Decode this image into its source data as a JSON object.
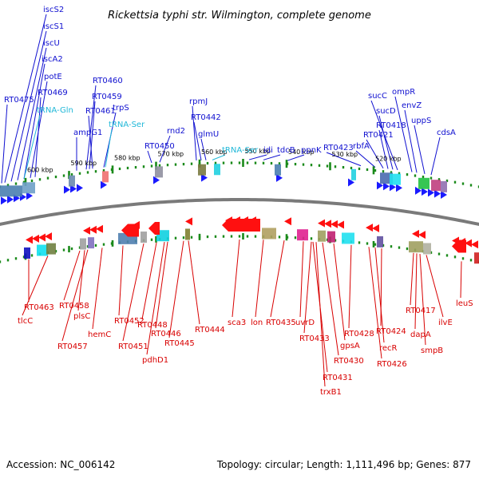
{
  "title": "Rickettsia typhi str. Wilmington, complete genome",
  "footer": {
    "accession": "Accession: NC_006142",
    "topology": "Topology: circular; Length: 1,111,496 bp; Genes: 877"
  },
  "colors": {
    "forward_label": "#1010d0",
    "reverse_label": "#d80000",
    "rna_label": "#20b8d8",
    "forward_arrow": "#1a1aff",
    "reverse_arrow": "#ff1010",
    "backbone": "#7a7a7a",
    "tick": "#1a8a1a"
  },
  "kbp_ticks": [
    {
      "kb": 600,
      "label": "600 kbp"
    },
    {
      "kb": 590,
      "label": "590 kbp"
    },
    {
      "kb": 580,
      "label": "580 kbp"
    },
    {
      "kb": 570,
      "label": "570 kbp"
    },
    {
      "kb": 560,
      "label": "560 kbp"
    },
    {
      "kb": 550,
      "label": "550 kbp"
    },
    {
      "kb": 540,
      "label": "540 kbp"
    },
    {
      "kb": 530,
      "label": "530 kbp"
    },
    {
      "kb": 520,
      "label": "520 kbp"
    }
  ],
  "forward_labels": [
    {
      "text": "iscS2",
      "kind": "gene"
    },
    {
      "text": "iscS1",
      "kind": "gene"
    },
    {
      "text": "iscU",
      "kind": "gene"
    },
    {
      "text": "iscA2",
      "kind": "gene"
    },
    {
      "text": "potE",
      "kind": "gene"
    },
    {
      "text": "RT0469",
      "kind": "gene"
    },
    {
      "text": "RT0475",
      "kind": "gene"
    },
    {
      "text": "tRNA-Gln",
      "kind": "rna"
    },
    {
      "text": "RT0460",
      "kind": "gene"
    },
    {
      "text": "RT0459",
      "kind": "gene"
    },
    {
      "text": "RT0461",
      "kind": "gene"
    },
    {
      "text": "trpS",
      "kind": "gene"
    },
    {
      "text": "ampG1",
      "kind": "gene"
    },
    {
      "text": "tRNA-Ser",
      "kind": "rna"
    },
    {
      "text": "rnd2",
      "kind": "gene"
    },
    {
      "text": "RT0450",
      "kind": "gene"
    },
    {
      "text": "rpmJ",
      "kind": "gene"
    },
    {
      "text": "RT0442",
      "kind": "gene"
    },
    {
      "text": "glmU",
      "kind": "gene"
    },
    {
      "text": "tRNA-Ser",
      "kind": "rna"
    },
    {
      "text": "idi",
      "kind": "gene"
    },
    {
      "text": "tdcB",
      "kind": "gene"
    },
    {
      "text": "ppnK",
      "kind": "gene"
    },
    {
      "text": "RT0423",
      "kind": "gene"
    },
    {
      "text": "rbfA",
      "kind": "gene"
    },
    {
      "text": "RT0421",
      "kind": "gene"
    },
    {
      "text": "RT0418",
      "kind": "gene"
    },
    {
      "text": "sucD",
      "kind": "gene"
    },
    {
      "text": "sucC",
      "kind": "gene"
    },
    {
      "text": "ompR",
      "kind": "gene"
    },
    {
      "text": "envZ",
      "kind": "gene"
    },
    {
      "text": "uppS",
      "kind": "gene"
    },
    {
      "text": "cdsA",
      "kind": "gene"
    }
  ],
  "reverse_labels": [
    {
      "text": "RT0463"
    },
    {
      "text": "tlcC"
    },
    {
      "text": "RT0458"
    },
    {
      "text": "plsC"
    },
    {
      "text": "RT0457"
    },
    {
      "text": "hemC"
    },
    {
      "text": "RT0452"
    },
    {
      "text": "RT0451"
    },
    {
      "text": "RT0448"
    },
    {
      "text": "pdhD1"
    },
    {
      "text": "RT0446"
    },
    {
      "text": "RT0445"
    },
    {
      "text": "RT0444"
    },
    {
      "text": "sca3"
    },
    {
      "text": "lon"
    },
    {
      "text": "RT0435"
    },
    {
      "text": "uvrD"
    },
    {
      "text": "RT0433"
    },
    {
      "text": "RT0431"
    },
    {
      "text": "trxB1"
    },
    {
      "text": "RT0430"
    },
    {
      "text": "gpsA"
    },
    {
      "text": "RT0428"
    },
    {
      "text": "RT0426"
    },
    {
      "text": "recR"
    },
    {
      "text": "RT0424"
    },
    {
      "text": "RT0417"
    },
    {
      "text": "dapA"
    },
    {
      "text": "smpB"
    },
    {
      "text": "ilvE"
    },
    {
      "text": "leuS"
    }
  ]
}
